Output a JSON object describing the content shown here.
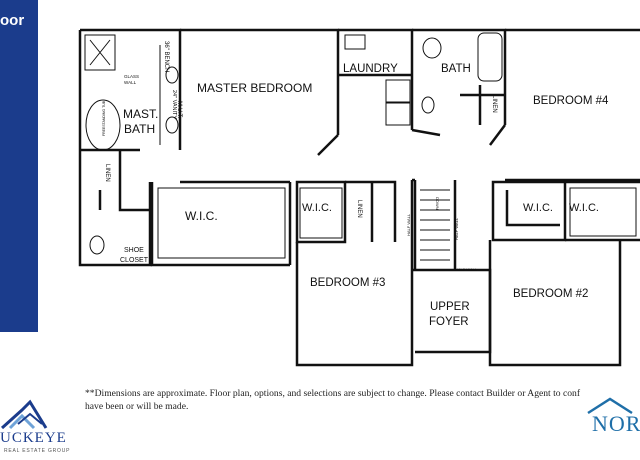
{
  "header": {
    "floor_label": "oor"
  },
  "rooms": {
    "master_bedroom": "MASTER BEDROOM",
    "mast": "MAST.",
    "bath": "BATH",
    "wic_master": "W.I.C.",
    "wic_middle": "W.I.C.",
    "wic_right_a": "W.I.C.",
    "wic_right_b": "W.I.C.",
    "laundry": "LAUNDRY",
    "hall_bath": "BATH",
    "bedroom_4": "BEDROOM #4",
    "bedroom_3": "BEDROOM #3",
    "bedroom_2": "BEDROOM #2",
    "upper": "UPPER",
    "foyer": "FOYER",
    "linen_master": "LINEN",
    "linen_middle": "LINEN",
    "linen_bath": "LINEN",
    "shoe": "SHOE",
    "closet": "CLOSET",
    "bench": "36\" BENCH",
    "vanity": "24\" VANITY",
    "mut": "M.U.T.",
    "glass_wall_1": "GLASS",
    "glass_wall_2": "WALL",
    "tub": "FREESTANDING TUB",
    "half_wall_1": "HALF WALL",
    "half_wall_2": "HALF WALL",
    "half_wall_3": "HALF WALL",
    "down": "DOWN"
  },
  "disclaimer": {
    "line1": "**Dimensions are approximate. Floor plan, options, and selections are subject to change. Please contact Builder or Agent to conf",
    "line2": "have been or will be made."
  },
  "logos": {
    "left_name": "UCKEYE",
    "left_sub": "REAL ESTATE GROUP",
    "right_name": "NOR"
  },
  "colors": {
    "panel": "#1b3c8c",
    "wall": "#111111",
    "logo_right": "#1f6fa8"
  }
}
